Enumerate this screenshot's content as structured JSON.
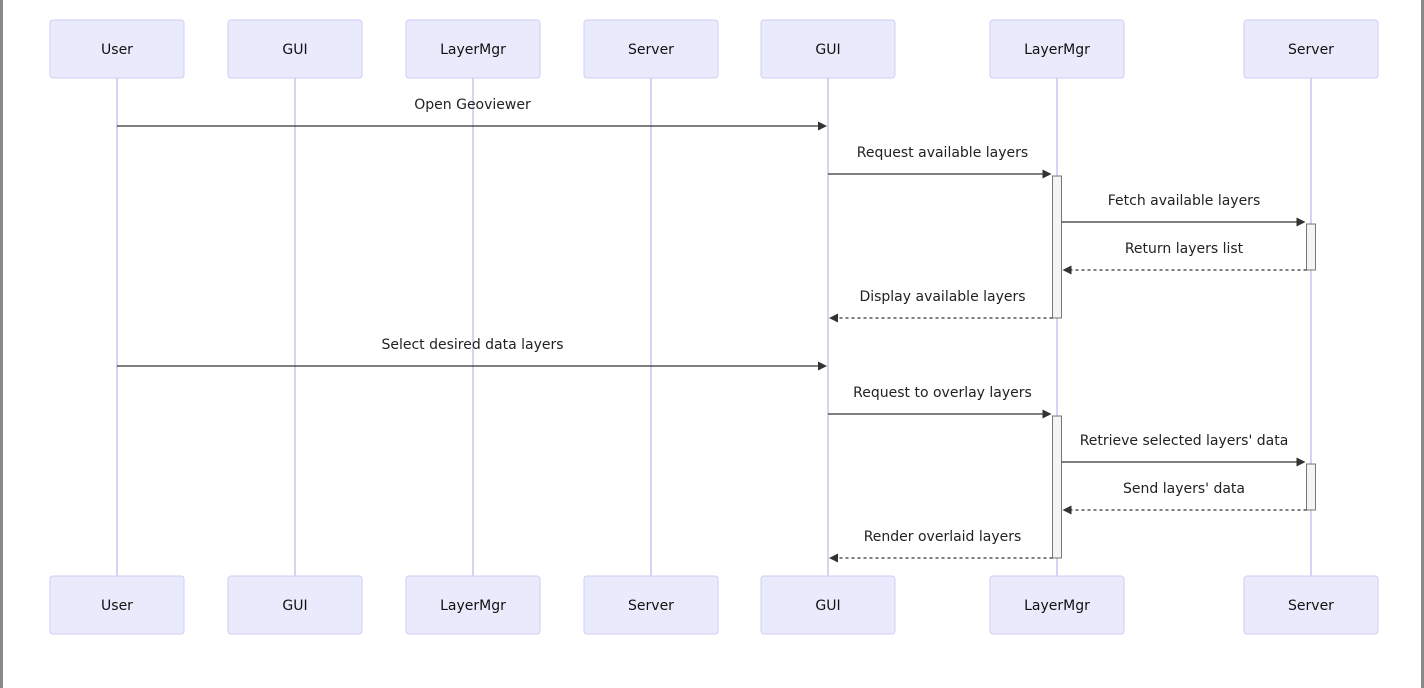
{
  "participants": [
    {
      "label": "User"
    },
    {
      "label": "GUI"
    },
    {
      "label": "LayerMgr"
    },
    {
      "label": "Server"
    },
    {
      "label": "GUI"
    },
    {
      "label": "LayerMgr"
    },
    {
      "label": "Server"
    }
  ],
  "messages": [
    {
      "from": 0,
      "to": 4,
      "label": "Open Geoviewer",
      "style": "solid"
    },
    {
      "from": 4,
      "to": 5,
      "label": "Request available layers",
      "style": "solid"
    },
    {
      "from": 5,
      "to": 6,
      "label": "Fetch available layers",
      "style": "solid"
    },
    {
      "from": 6,
      "to": 5,
      "label": "Return layers list",
      "style": "dashed"
    },
    {
      "from": 5,
      "to": 4,
      "label": "Display available layers",
      "style": "dashed"
    },
    {
      "from": 0,
      "to": 4,
      "label": "Select desired data layers",
      "style": "solid"
    },
    {
      "from": 4,
      "to": 5,
      "label": "Request to overlay layers",
      "style": "solid"
    },
    {
      "from": 5,
      "to": 6,
      "label": "Retrieve selected layers' data",
      "style": "solid"
    },
    {
      "from": 6,
      "to": 5,
      "label": "Send layers' data",
      "style": "dashed"
    },
    {
      "from": 5,
      "to": 4,
      "label": "Render overlaid layers",
      "style": "dashed"
    }
  ],
  "activations": [
    {
      "participant": 5,
      "from_message": 1,
      "to_message": 4
    },
    {
      "participant": 6,
      "from_message": 2,
      "to_message": 3
    },
    {
      "participant": 5,
      "from_message": 6,
      "to_message": 9
    },
    {
      "participant": 6,
      "from_message": 7,
      "to_message": 8
    }
  ],
  "colors": {
    "actor_fill": "#eaeafd",
    "actor_border": "#cfcdf5",
    "lifeline": "#c8c6f0",
    "message": "#333333",
    "activation_fill": "#f4f4f4",
    "activation_border": "#777777"
  }
}
